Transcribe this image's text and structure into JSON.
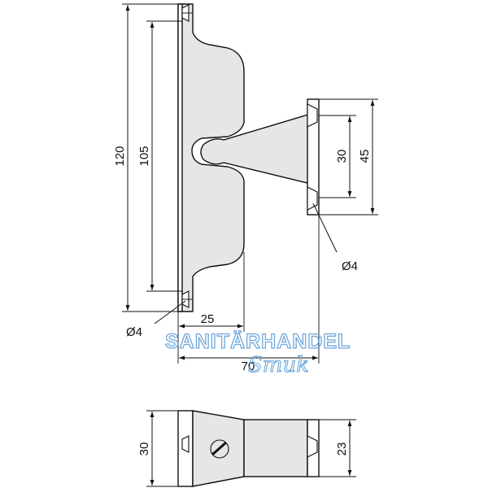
{
  "dimensions": {
    "total_height": "120",
    "inner_height": "105",
    "hole_spacing": "30",
    "keeper_height": "45",
    "hole_diameter_right": "Ø4",
    "hole_diameter_left": "Ø4",
    "plate_depth": "25",
    "total_depth": "70",
    "side_height": "30",
    "side_keeper_height": "23"
  },
  "watermark": {
    "line1": "SANITÄRHANDEL",
    "line2": "Smuk",
    "color": "#6fa8dc"
  },
  "colors": {
    "part_fill": "#e6e6e6",
    "line": "#111111"
  }
}
